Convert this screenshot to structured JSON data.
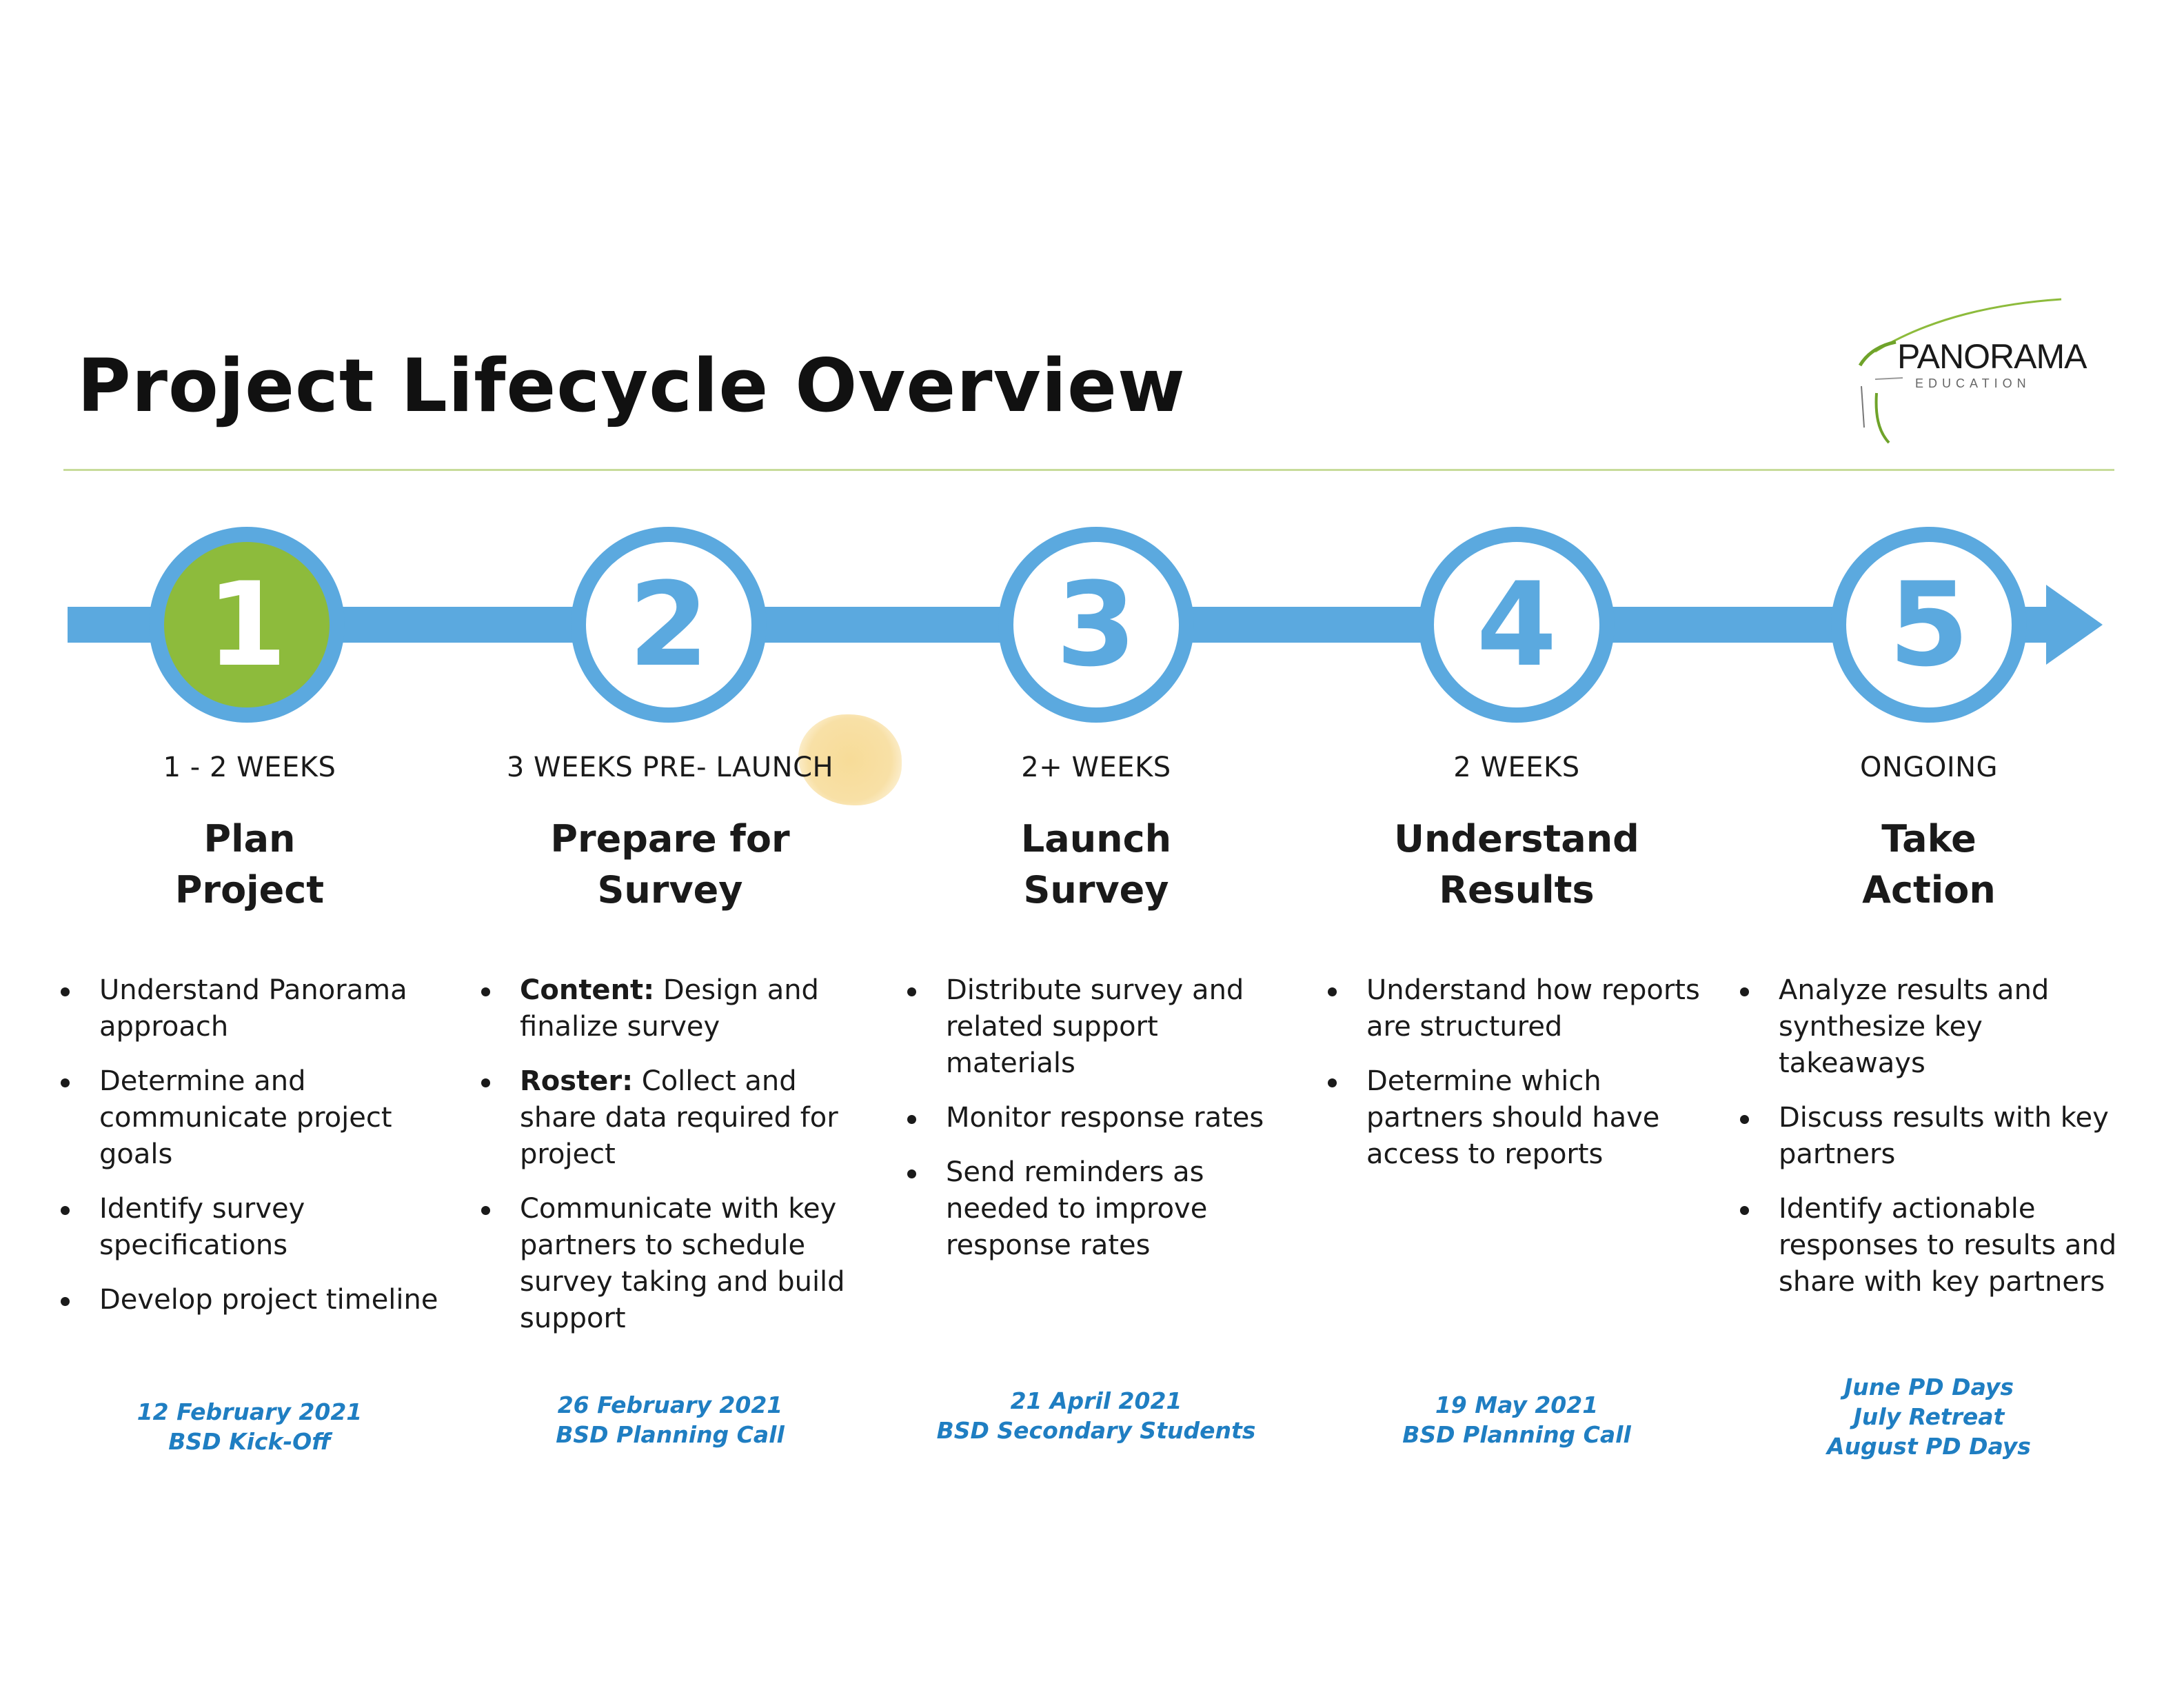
{
  "title": "Project Lifecycle Overview",
  "logo": {
    "name": "PANORAMA",
    "sub": "EDUCATION"
  },
  "colors": {
    "accent_blue": "#5ba9df",
    "active_green": "#8dbb3c",
    "date_blue": "#1f7ec2"
  },
  "steps": [
    {
      "number": "1",
      "duration": "1 - 2 WEEKS",
      "title_line1": "Plan",
      "title_line2": "Project",
      "active": true,
      "bullets": [
        {
          "bold": "",
          "text": "Understand Panorama approach"
        },
        {
          "bold": "",
          "text": "Determine and communicate project goals"
        },
        {
          "bold": "",
          "text": "Identify survey specifications"
        },
        {
          "bold": "",
          "text": "Develop project timeline"
        }
      ],
      "date_lines": [
        "12 February 2021",
        "BSD Kick-Off"
      ]
    },
    {
      "number": "2",
      "duration": "3 WEEKS PRE- LAUNCH",
      "title_line1": "Prepare for",
      "title_line2": "Survey",
      "active": false,
      "bullets": [
        {
          "bold": "Content:",
          "text": " Design and finalize survey"
        },
        {
          "bold": "Roster:",
          "text": " Collect and share data required for project"
        },
        {
          "bold": "",
          "text": "Communicate with key partners to schedule survey taking and build support"
        }
      ],
      "date_lines": [
        "26 February 2021",
        "BSD Planning Call"
      ]
    },
    {
      "number": "3",
      "duration": "2+ WEEKS",
      "title_line1": "Launch",
      "title_line2": "Survey",
      "active": false,
      "bullets": [
        {
          "bold": "",
          "text": "Distribute survey and related support materials"
        },
        {
          "bold": "",
          "text": "Monitor response rates"
        },
        {
          "bold": "",
          "text": "Send reminders as needed to improve response rates"
        }
      ],
      "date_lines": [
        "21 April 2021",
        "BSD Secondary Students"
      ]
    },
    {
      "number": "4",
      "duration": "2 WEEKS",
      "title_line1": "Understand",
      "title_line2": "Results",
      "active": false,
      "bullets": [
        {
          "bold": "",
          "text": "Understand how reports are structured"
        },
        {
          "bold": "",
          "text": "Determine which partners should have access to reports"
        }
      ],
      "date_lines": [
        "19 May 2021",
        "BSD Planning Call"
      ]
    },
    {
      "number": "5",
      "duration": "ONGOING",
      "title_line1": "Take",
      "title_line2": "Action",
      "active": false,
      "bullets": [
        {
          "bold": "",
          "text": "Analyze results and synthesize key takeaways"
        },
        {
          "bold": "",
          "text": "Discuss results with key partners"
        },
        {
          "bold": "",
          "text": "Identify actionable responses to results and share with key partners"
        }
      ],
      "date_lines": [
        "June PD Days",
        "July Retreat",
        "August PD Days"
      ]
    }
  ]
}
